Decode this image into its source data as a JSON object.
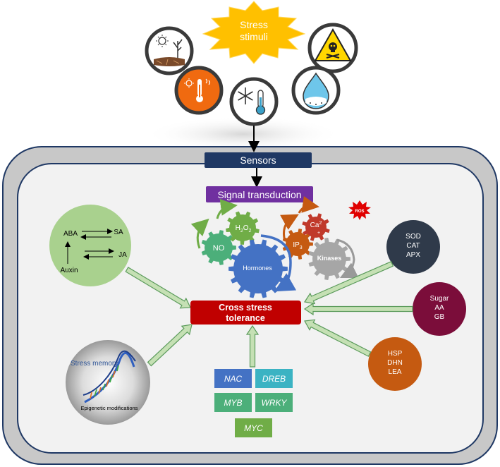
{
  "stress_stimuli": {
    "line1": "Stress",
    "line2": "stimuli"
  },
  "stress_icons": [
    {
      "icon": "drought-sun-icon"
    },
    {
      "icon": "heat-thermometer-icon"
    },
    {
      "icon": "cold-snowflake-thermometer-icon"
    },
    {
      "icon": "toxic-skull-icon"
    },
    {
      "icon": "salinity-water-drop-icon"
    }
  ],
  "sensors": "Sensors",
  "signal_transduction": "Signal transduction",
  "gears": {
    "no": "NO",
    "h2o2": {
      "main": "H",
      "sub1": "2",
      "mid": "O",
      "sub2": "2"
    },
    "hormones": "Hormones",
    "ip3": {
      "main": "IP",
      "sub": "3"
    },
    "ca": {
      "main": "Ca",
      "sup": "2",
      "sup2": "+"
    },
    "kinases": "Kinases"
  },
  "ros": "ROS",
  "hormone_crosstalk": {
    "aba": "ABA",
    "sa": "SA",
    "ja": "JA",
    "auxin": "Auxin"
  },
  "epigenetic": {
    "stress_memory": "Stress memory",
    "label": "Epigenetic modifications"
  },
  "center": {
    "line1": "Cross stress",
    "line2": "tolerance"
  },
  "antioxidants": [
    "SOD",
    "CAT",
    "APX"
  ],
  "osmolytes": [
    "Sugar",
    "AA",
    "GB"
  ],
  "proteins": [
    "HSP",
    "DHN",
    "LEA"
  ],
  "transcription_factors": [
    "NAC",
    "DREB",
    "MYB",
    "WRKY",
    "MYC"
  ],
  "colors": {
    "cell_wall": "#c8c8c8",
    "cell_border": "#1f3864",
    "cytoplasm": "#f2f2f2",
    "sensors_box": "#1f3864",
    "signal_box": "#7030a0",
    "center_box": "#c00000",
    "hormone_circle": "#a9d18e",
    "antioxidant_circle": "#2f3a4a",
    "osmolyte_circle": "#7b0d3a",
    "protein_circle": "#c55a11",
    "tf_blue": "#4472c4",
    "tf_teal": "#3bb3c3",
    "tf_green": "#4caf7a",
    "tf_lightgreen": "#70ad47",
    "arrow_fill": "#c5e0b4",
    "arrow_stroke": "#5b9b5b"
  }
}
